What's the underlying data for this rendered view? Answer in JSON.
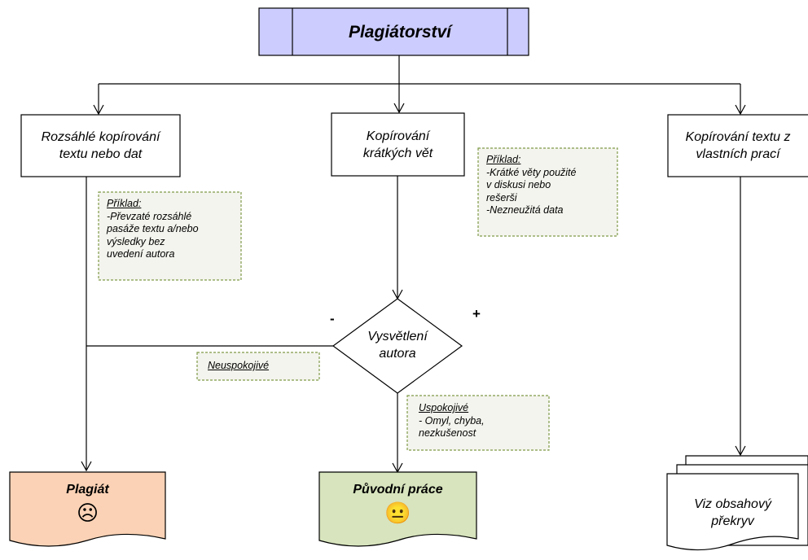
{
  "colors": {
    "title_fill": "#ccccff",
    "plagiat_fill": "#fbd2b5",
    "original_fill": "#d7e4bd",
    "note_fill": "#f4f4ee",
    "note_border": "#7f9a48"
  },
  "title": "Plagiátorství",
  "branches": {
    "left": {
      "line1": "Rozsáhlé kopírování",
      "line2": "textu nebo dat"
    },
    "middle": {
      "line1": "Kopírování",
      "line2": "krátkých vět"
    },
    "right": {
      "line1": "Kopírování textu z",
      "line2": "vlastních prací"
    }
  },
  "notes": {
    "left": {
      "heading": "Příklad:",
      "lines": [
        "-Převzaté rozsáhlé",
        "pasáže textu  a/nebo",
        "výsledky bez",
        "uvedení autora"
      ]
    },
    "middle": {
      "heading": "Příklad:",
      "lines": [
        "-Krátké věty použité",
        "v diskusi nebo",
        "rešerši",
        "-Nezneužitá data"
      ]
    },
    "negative": {
      "heading": "Neuspokojivé"
    },
    "positive": {
      "heading": "Uspokojivé",
      "lines": [
        "- Omyl, chyba,",
        "nezkušenost"
      ]
    }
  },
  "decision": {
    "line1": "Vysvětlení",
    "line2": "autora",
    "minus": "-",
    "plus": "+"
  },
  "outcomes": {
    "plagiat": {
      "label": "Plagiát",
      "icon": "frown-face-icon",
      "glyph": "☹"
    },
    "original": {
      "label": "Původní práce",
      "icon": "neutral-face-icon",
      "glyph": "😐"
    },
    "overlap": {
      "line1": "Viz obsahový",
      "line2": "překryv"
    }
  }
}
